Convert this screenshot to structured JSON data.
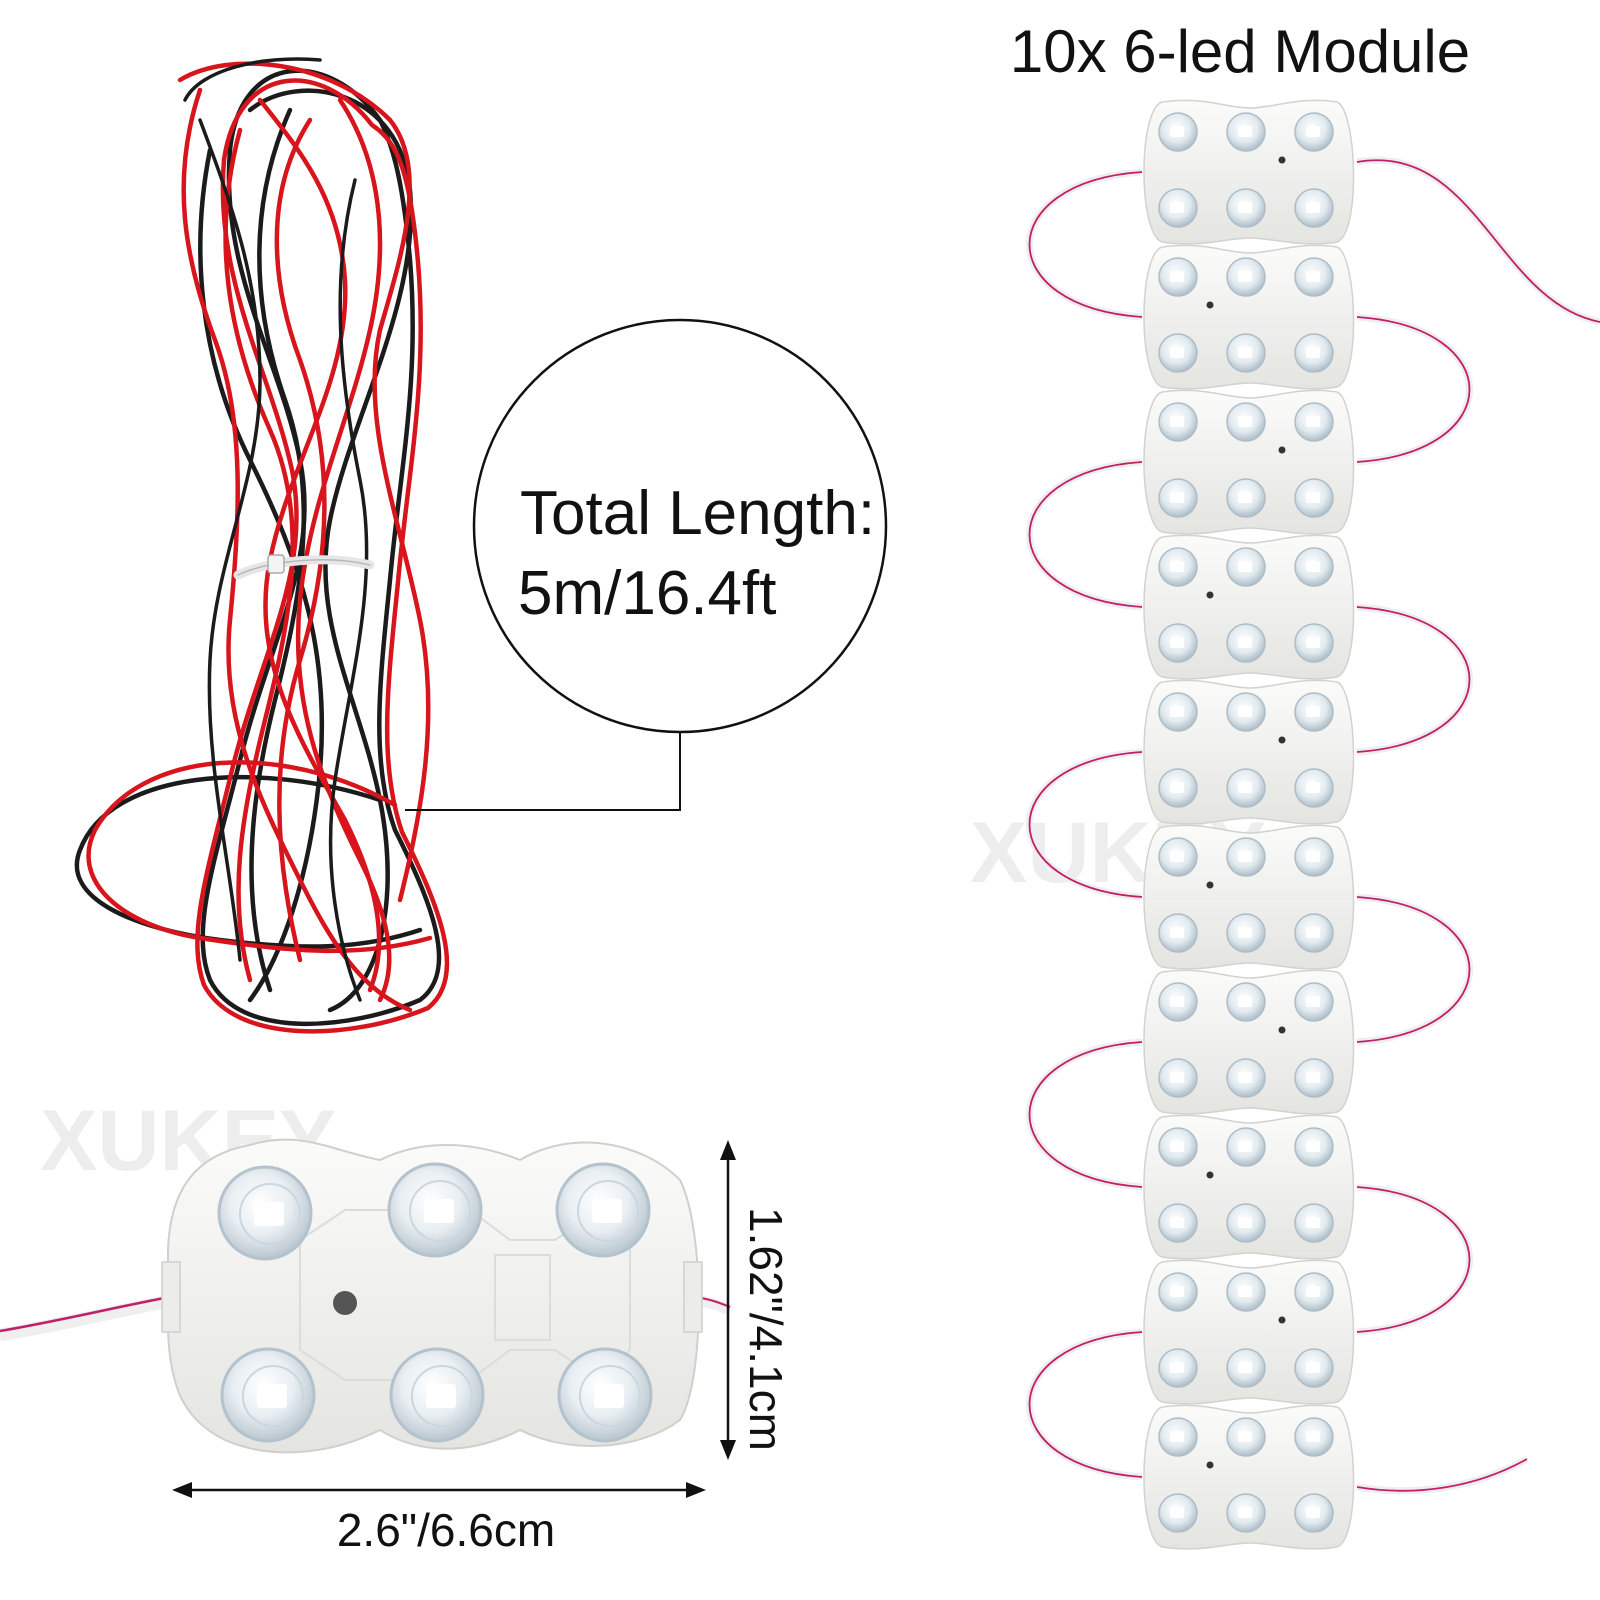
{
  "module_title": "10x 6-led Module",
  "cable_callout": {
    "line1": "Total Length:",
    "line2": "5m/16.4ft"
  },
  "module_dimensions": {
    "height_label": "1.62\"/4.1cm",
    "width_label": "2.6\"/6.6cm"
  },
  "watermark": "XUKEY",
  "module_count": 10,
  "leds_per_module": 6,
  "colors": {
    "wire_red": "#d8141c",
    "wire_black": "#1b1b1b",
    "module_body": "#f1f1ef",
    "module_edge": "#d2d2cf",
    "led_lens": "#dbe6ee",
    "led_chip": "#ffffff",
    "lead_wire_pink": "#c21f6a",
    "text": "#111111"
  }
}
